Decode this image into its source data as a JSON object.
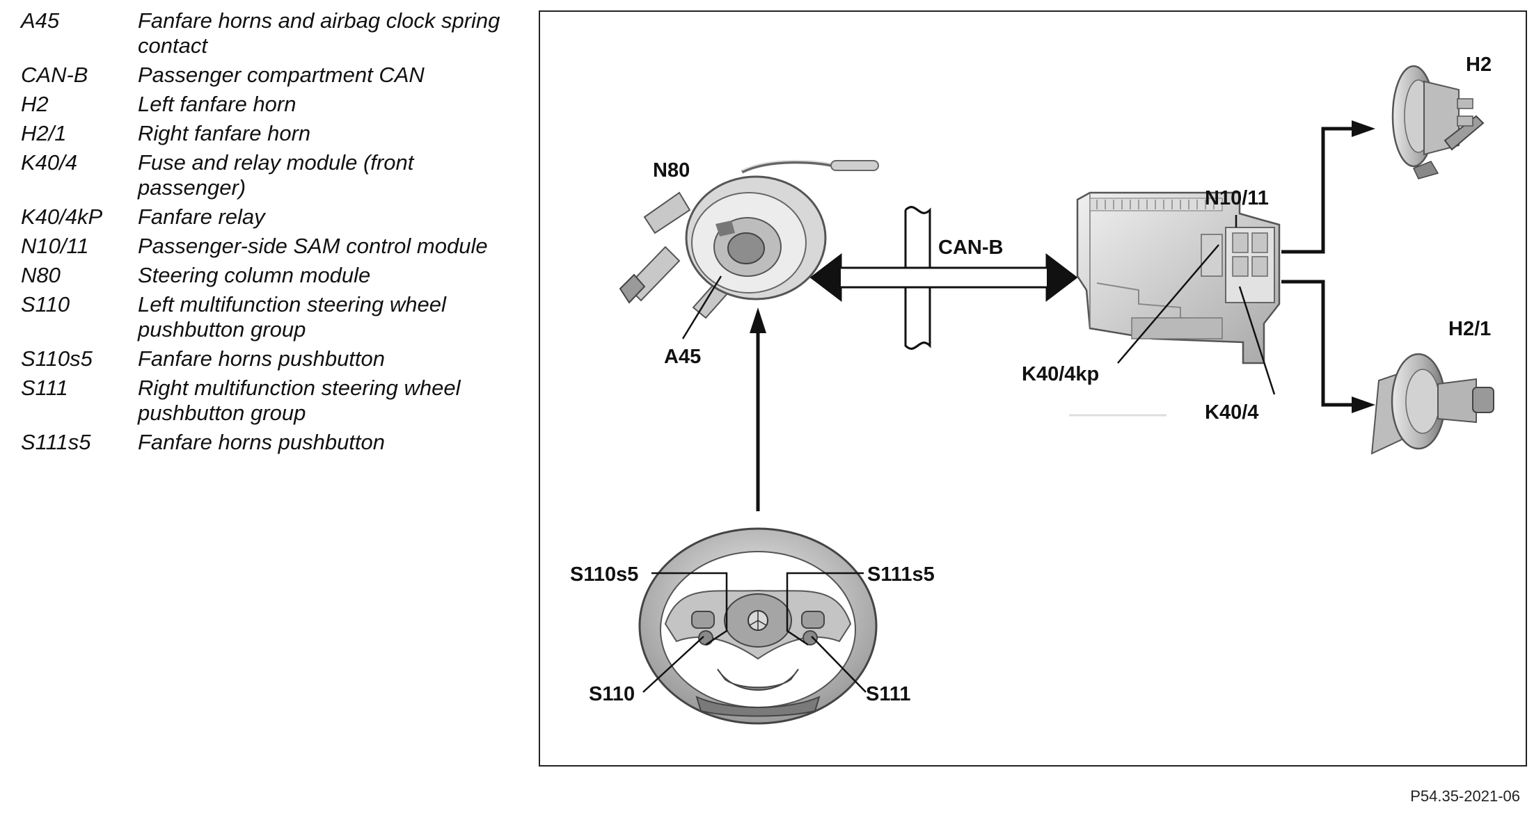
{
  "legend": [
    {
      "code": "A45",
      "desc": "Fanfare horns and airbag clock spring contact"
    },
    {
      "code": "CAN-B",
      "desc": "Passenger compartment CAN"
    },
    {
      "code": "H2",
      "desc": "Left fanfare horn"
    },
    {
      "code": "H2/1",
      "desc": "Right fanfare horn"
    },
    {
      "code": "K40/4",
      "desc": "Fuse and relay module (front passenger)"
    },
    {
      "code": "K40/4kP",
      "desc": "Fanfare relay"
    },
    {
      "code": "N10/11",
      "desc": "Passenger-side SAM control module"
    },
    {
      "code": "N80",
      "desc": "Steering column module"
    },
    {
      "code": "S110",
      "desc": "Left multifunction steering wheel pushbutton group"
    },
    {
      "code": "S110s5",
      "desc": "Fanfare horns pushbutton"
    },
    {
      "code": "S111",
      "desc": "Right multifunction steering wheel pushbutton group"
    },
    {
      "code": "S111s5",
      "desc": "Fanfare horns pushbutton"
    }
  ],
  "diagram": {
    "labels": {
      "n80": "N80",
      "a45": "A45",
      "canb": "CAN-B",
      "n1011": "N10/11",
      "k404kp": "K40/4kp",
      "k404": "K40/4",
      "h2": "H2",
      "h21": "H2/1",
      "s110s5": "S110s5",
      "s111s5": "S111s5",
      "s110": "S110",
      "s111": "S111"
    }
  },
  "figure_ref": "P54.35-2021-06"
}
